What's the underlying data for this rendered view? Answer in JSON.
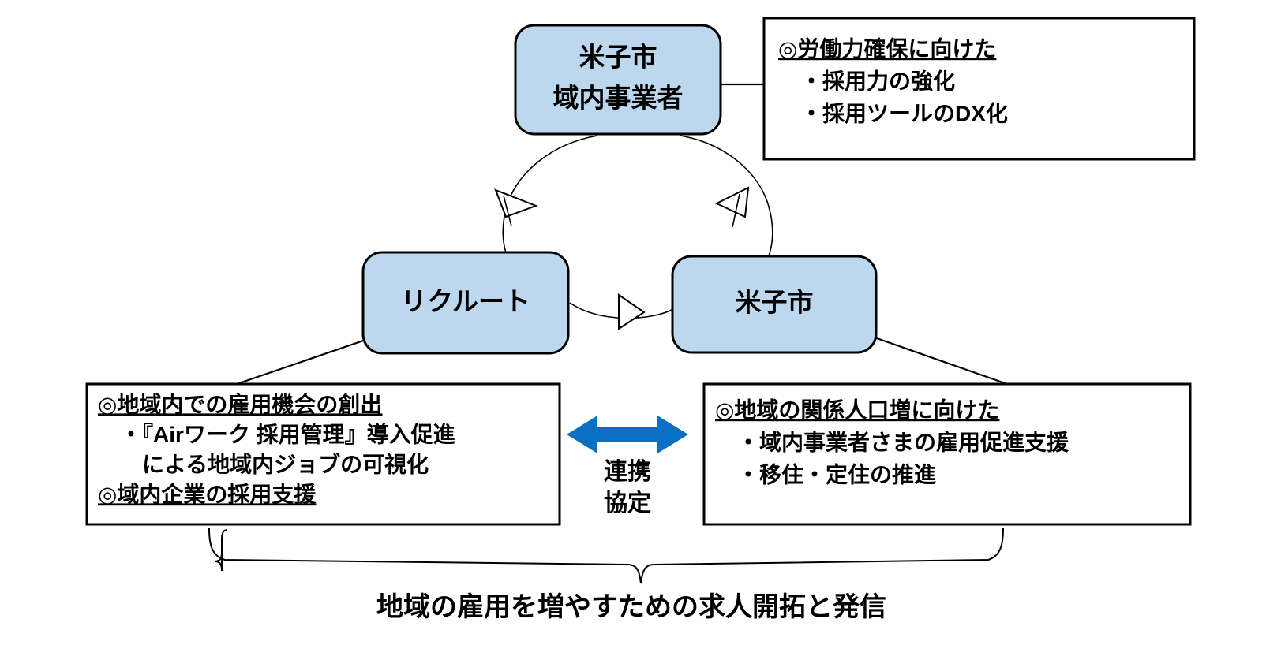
{
  "title": "米子市・リクルート連携協定 概念図",
  "colors": {
    "node_fill": "#bdd7ee",
    "node_stroke": "#000000",
    "panel_fill": "#ffffff",
    "panel_stroke": "#000000",
    "arrow_blue": "#0870c0",
    "text": "#000000"
  },
  "nodes": {
    "top": {
      "name": "米子市域内事業者",
      "line1": "米子市",
      "line2": "域内事業者"
    },
    "left": {
      "name": "リクルート",
      "line1": "リクルート"
    },
    "right": {
      "name": "米子市",
      "line1": "米子市"
    }
  },
  "panels": {
    "top_right": {
      "heading": "◎労働力確保に向けた",
      "items": [
        "・採用力の強化",
        "・採用ツールのDX化"
      ]
    },
    "bottom_left": {
      "heading": "◎地域内での雇用機会の創出",
      "items": [
        "・『Airワーク 採用管理』導入促進",
        "　による地域内ジョブの可視化"
      ],
      "heading2": "◎域内企業の採用支援"
    },
    "bottom_right": {
      "heading": "◎地域の関係人口増に向けた",
      "items": [
        "・域内事業者さまの雇用促進支援",
        "・移住・定住の推進"
      ]
    }
  },
  "center_arrow": {
    "icon": "double-headed-arrow-icon",
    "caption_line1": "連携",
    "caption_line2": "協定"
  },
  "cycle": {
    "arrow_top_left": "cycle-arrow-icon",
    "arrow_top_right": "cycle-arrow-icon",
    "arrow_bottom": "cycle-arrow-icon"
  },
  "footer": {
    "text": "地域の雇用を増やすための求人開拓と発信"
  }
}
